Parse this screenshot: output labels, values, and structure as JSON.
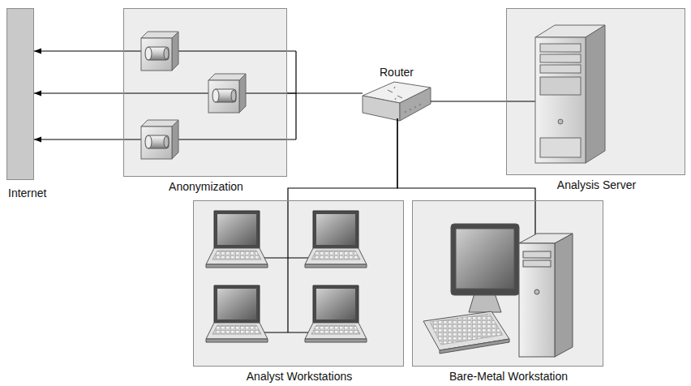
{
  "diagram": {
    "nodes": [
      {
        "text": [
          "Internet"
        ]
      },
      {
        "text": [
          "Anonymization"
        ]
      },
      {
        "text": [
          "Router"
        ]
      },
      {
        "text": [
          "Analysis Server"
        ]
      },
      {
        "text": [
          "Analyst Workstations"
        ]
      },
      {
        "text": [
          "Bare-Metal Workstation"
        ]
      }
    ],
    "edges": [
      {
        "from": 1,
        "to": 0,
        "arrow": "to"
      },
      {
        "from": 1,
        "to": 0,
        "arrow": "to"
      },
      {
        "from": 1,
        "to": 0,
        "arrow": "to"
      },
      {
        "from": 2,
        "to": 1,
        "arrow": "none"
      },
      {
        "from": 2,
        "to": 3,
        "arrow": "none"
      },
      {
        "from": 2,
        "to": 4,
        "arrow": "none"
      },
      {
        "from": 2,
        "to": 5,
        "arrow": "none"
      }
    ]
  }
}
